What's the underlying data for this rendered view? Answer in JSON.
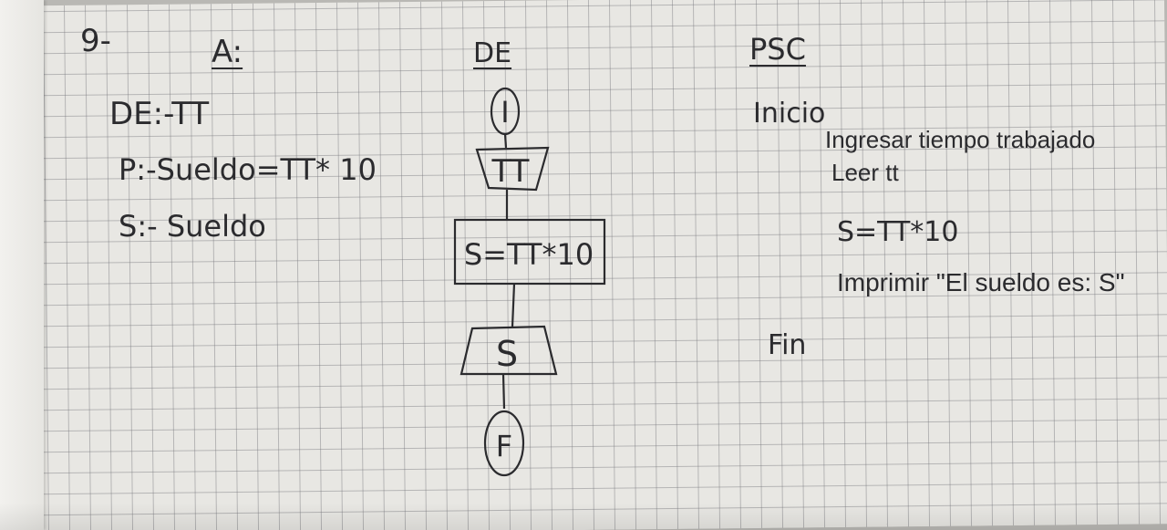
{
  "exercise_number": "9-",
  "left_column": {
    "header": "A:",
    "lines": [
      "DE:-TT",
      "P:-Sueldo=TT* 10",
      "S:- Sueldo"
    ]
  },
  "middle_column": {
    "header": "DE",
    "flowchart": {
      "start": "I",
      "input": "TT",
      "process": "S=TT*10",
      "output": "S",
      "end": "F"
    }
  },
  "right_column": {
    "header": "PSC",
    "inicio": "Inicio",
    "ingresar": "Ingresar tiempo trabajado",
    "leer": "Leer tt",
    "assign": "S=TT*10",
    "imprimir": "Imprimir \"El sueldo es: S\"",
    "fin": "Fin"
  }
}
